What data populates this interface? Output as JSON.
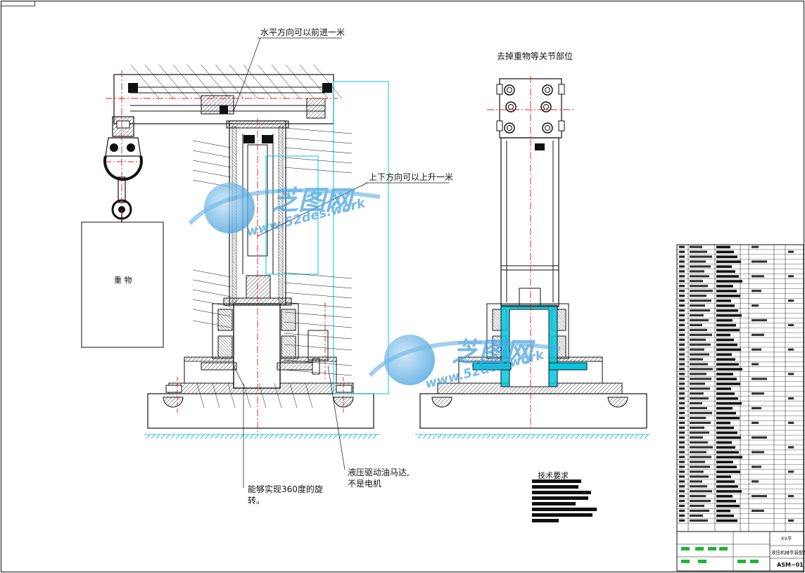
{
  "annotations": {
    "horizontal_travel": "水平方向可以前进一米",
    "vertical_travel": "上下方向可以上升一米",
    "remove_weight": "去掉重物等关节部位",
    "rotation_line1": "能够实现360度的旋",
    "rotation_line2": "转。",
    "hydraulic_line1": "液压驱动油马达,",
    "hydraulic_line2": "不是电机",
    "weight_label": "重  物"
  },
  "technical_requirements": {
    "title": "技术要求"
  },
  "title_block": {
    "scale_label": "XX平",
    "drawing_name": "液压机械手装配图",
    "drawing_code": "ASM−01"
  },
  "watermark": {
    "cn_text": "芝图网",
    "url_text": "www.52des.work"
  },
  "colors": {
    "line": "#111111",
    "centerline": "#e0201c",
    "cyan": "#00c8e0",
    "water": "#00b4c8",
    "watermark": "#4aa3df"
  }
}
